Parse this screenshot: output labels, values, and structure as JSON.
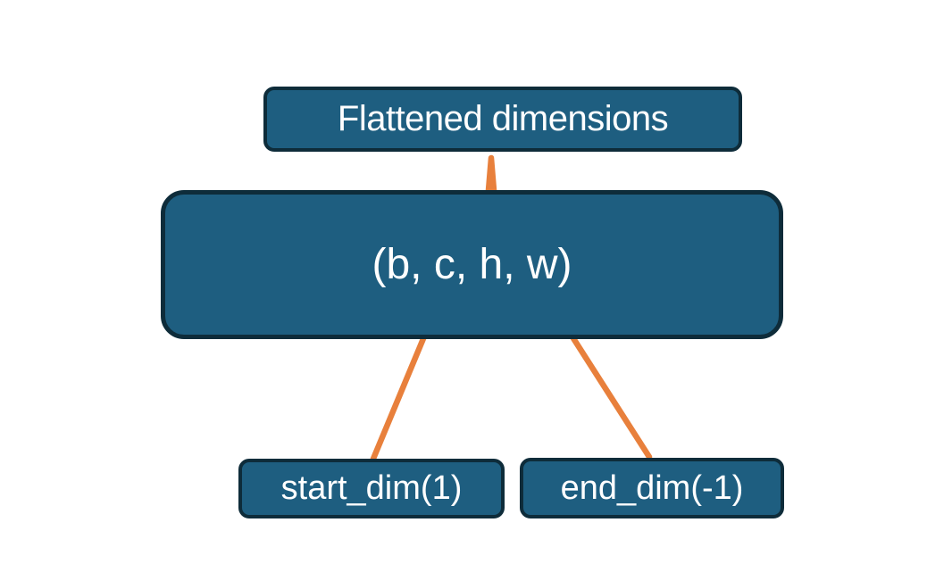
{
  "diagram": {
    "nodes": {
      "flattened": {
        "label": "Flattened dimensions"
      },
      "tensor": {
        "label": "(b, c, h, w)"
      },
      "start_dim": {
        "label": "start_dim(1)"
      },
      "end_dim": {
        "label": "end_dim(-1)"
      }
    },
    "colors": {
      "node_fill": "#1E5E80",
      "node_border": "#0E2C3A",
      "accent_orange": "#E8803C",
      "label_text": "#FFFFFF",
      "background": "#FFFFFF"
    }
  }
}
